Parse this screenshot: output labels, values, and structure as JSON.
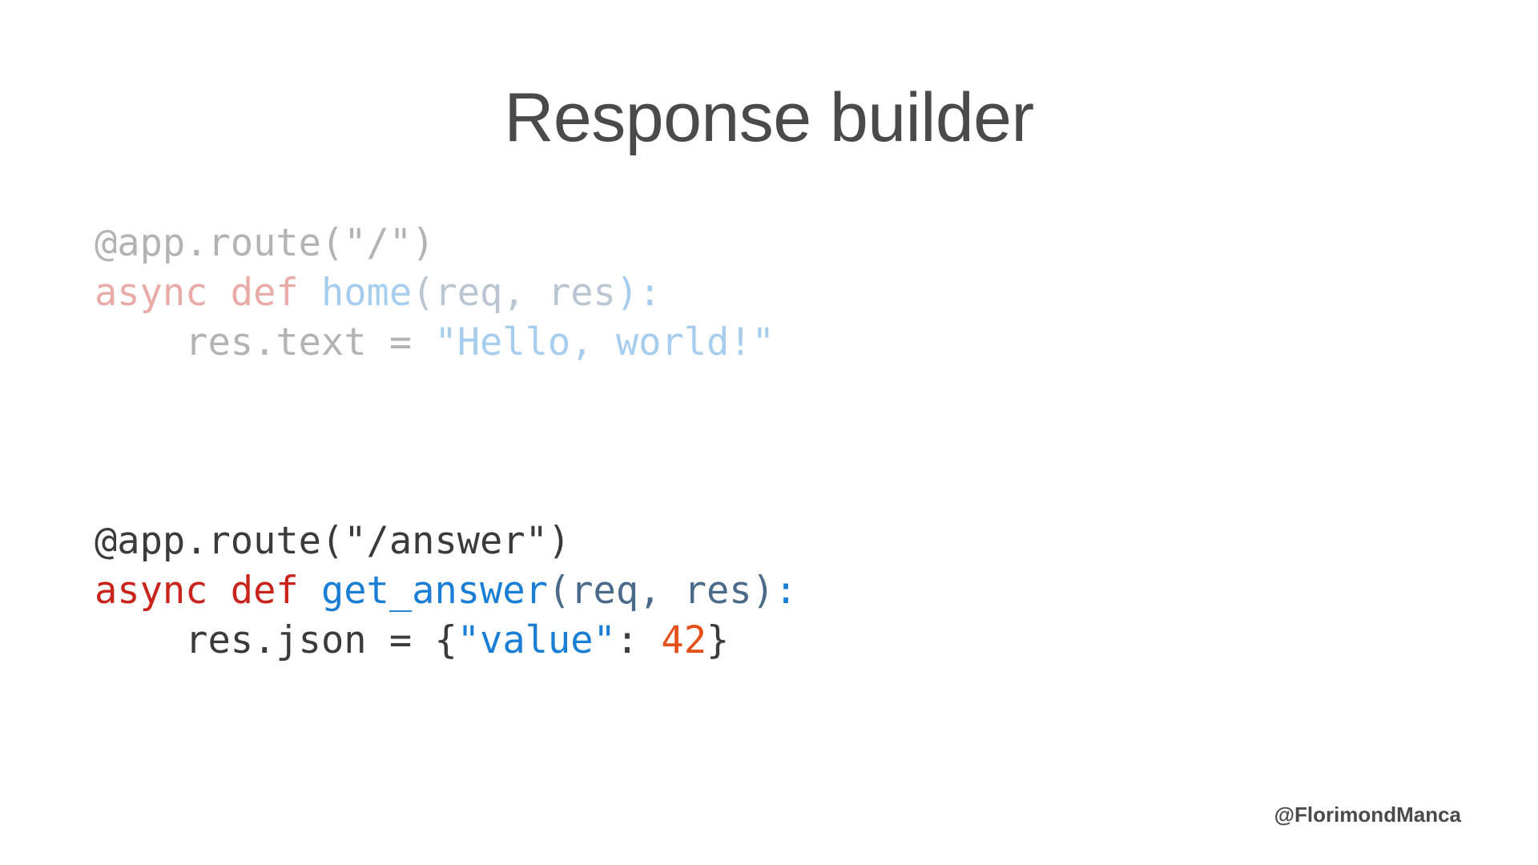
{
  "slide": {
    "title": "Response builder",
    "handle": "@FlorimondManca"
  },
  "code_dim": {
    "line1": "@app.route(\"/\")",
    "line2_async": "async",
    "line2_def": "def",
    "line2_func": "home",
    "line2_open": "(",
    "line2_params": "req, res",
    "line2_close": "):",
    "line3_lhs": "    res.text = ",
    "line3_string": "\"Hello, world!\""
  },
  "code_active": {
    "line1": "@app.route(\"/answer\")",
    "line2_async": "async",
    "line2_def": "def",
    "line2_func": "get_answer",
    "line2_open": "(",
    "line2_param1": "req",
    "line2_comma": ", ",
    "line2_param2": "res",
    "line2_close": ")",
    "line2_colon": ":",
    "line3_lhs": "    res.json = {",
    "line3_key": "\"value\"",
    "line3_sep": ": ",
    "line3_number": "42",
    "line3_end": "}"
  },
  "colors": {
    "keyword": "#c8241c",
    "function": "#1a7ed4",
    "number": "#e4501a",
    "text": "#3b3b3b"
  }
}
